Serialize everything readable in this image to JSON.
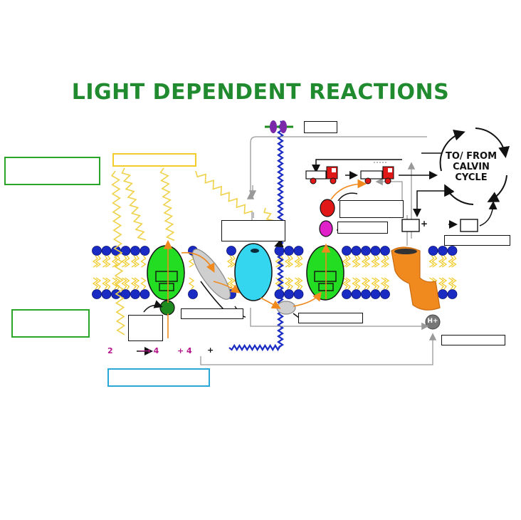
{
  "title": "LIGHT DEPENDENT REACTIONS",
  "calvin_cycle": {
    "line1": "TO/ FROM",
    "line2": "CALVIN",
    "line3": "CYCLE"
  },
  "equation": {
    "coef_2": "2",
    "arrow_4": "⟶ 4",
    "plus_4": "+ 4",
    "plus": "+"
  },
  "ion_label": "H+",
  "plus_sign": "+",
  "colors": {
    "title_green": "#1f8a2e",
    "photosystem_green": "#22dd22",
    "cytochrome_cyan": "#33d6ee",
    "atp_synthase_orange": "#f08a1f",
    "phospholipid_head_blue": "#1a2bc4",
    "lipid_tail_yellow": "#f2cc2a",
    "ferredoxin_red": "#e01818",
    "reductase_magenta": "#e020c8",
    "light_wave_yellow": "#efd24a",
    "electron_arrow_orange": "#f08a1f",
    "box_green": "#2aa52a",
    "box_blue": "#29a7d8",
    "box_yellow": "#f2cc2a",
    "number_magenta": "#b5178a"
  },
  "icons": [
    "photon-wave-icon",
    "truck-icon",
    "cycle-arrow-icon",
    "h-plus-ion-icon",
    "battery-icon"
  ]
}
